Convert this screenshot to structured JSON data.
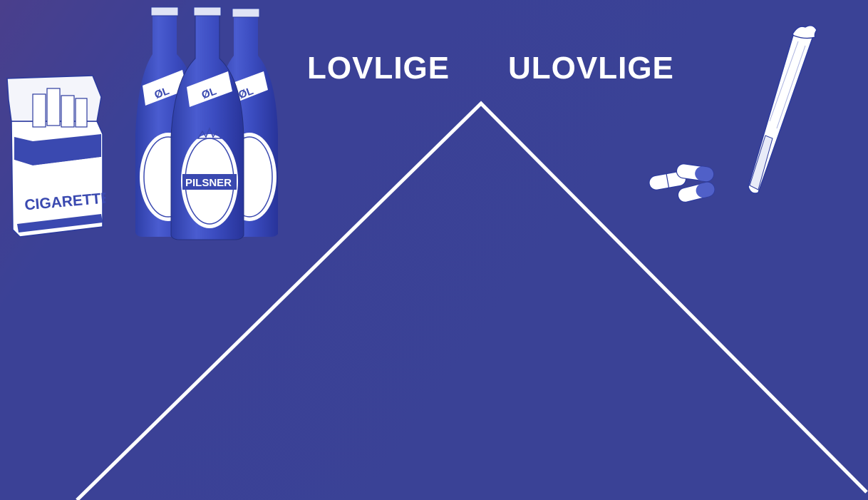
{
  "headings": {
    "left": "LOVLIGE",
    "right": "ULOVLIGE"
  },
  "illustrations": {
    "cigarette_pack_label": "CIGARETTER",
    "bottle_neck_label": "ØL",
    "bottle_body_label": "PILSNER"
  },
  "colors": {
    "background": "#3a4296",
    "accent": "#ffffff",
    "ink": "#3a49b0"
  },
  "icons": [
    "cigarette-pack-icon",
    "beer-bottles-icon",
    "pills-icon",
    "joint-icon"
  ]
}
